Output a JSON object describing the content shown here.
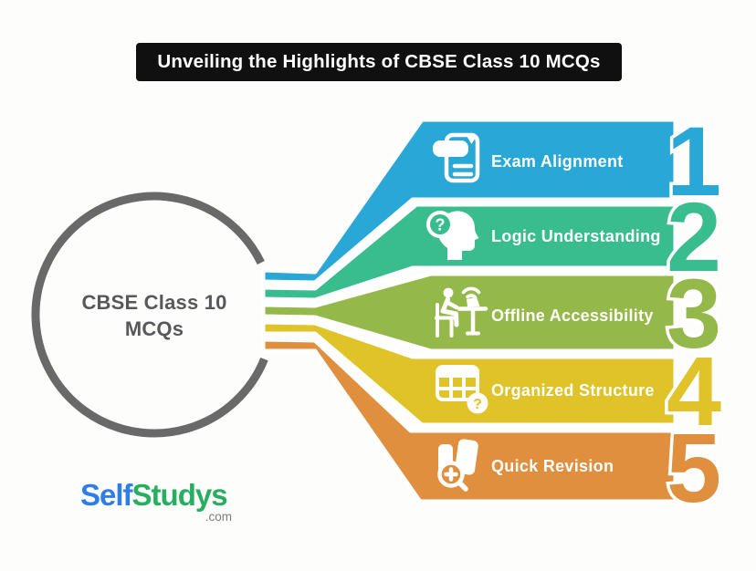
{
  "title": "Unveiling the Highlights of CBSE Class 10 MCQs",
  "hub": {
    "line1": "CBSE Class 10",
    "line2": "MCQs",
    "ring_color": "#696969",
    "text_color": "#58585A"
  },
  "items": [
    {
      "number": "1",
      "label": "Exam Alignment",
      "color": "#29A8D8",
      "icon": "exam-sheet-icon"
    },
    {
      "number": "2",
      "label": "Logic Understanding",
      "color": "#3ABD8E",
      "icon": "head-magnifier-question-icon",
      "icon_glyph": "?"
    },
    {
      "number": "3",
      "label": "Offline Accessibility",
      "color": "#94B94A",
      "icon": "person-desk-wifi-icon"
    },
    {
      "number": "4",
      "label": "Organized Structure",
      "color": "#E0C229",
      "icon": "table-question-icon",
      "icon_glyph": "?"
    },
    {
      "number": "5",
      "label": "Quick Revision",
      "color": "#DF8F3E",
      "icon": "book-magnifier-plus-icon"
    }
  ],
  "logo": {
    "part1": "Self",
    "part1_color": "#2F7DE8",
    "part2": "Studys",
    "part2_color": "#27AE60",
    "suffix": ".com",
    "suffix_color": "#7C7C7C"
  }
}
